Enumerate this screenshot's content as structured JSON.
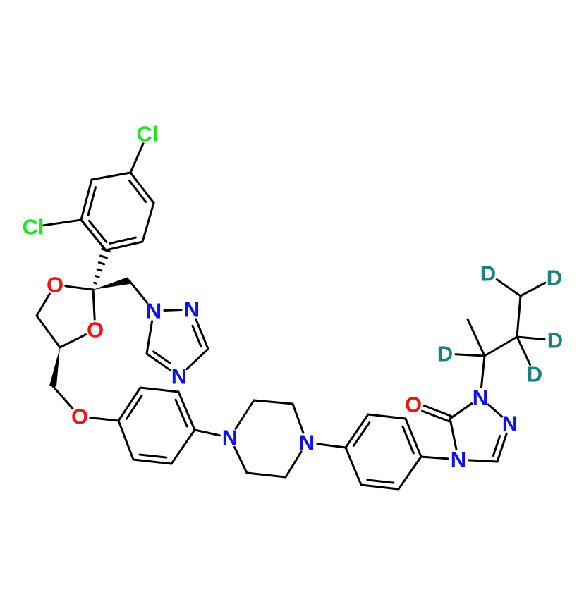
{
  "molecule": {
    "atoms": {
      "cl_top": "Cl",
      "cl_left": "Cl",
      "o_dioxolane_1": "O",
      "o_dioxolane_2": "O",
      "n_triazole_1": "N",
      "n_triazole_2": "N",
      "n_triazole_4": "N",
      "o_ether": "O",
      "n_piperazine_1": "N",
      "n_piperazine_4": "N",
      "o_carbonyl": "O",
      "n_triazolone_1": "N",
      "n_triazolone_2": "N",
      "n_triazolone_4": "N",
      "d_1": "D",
      "d_2": "D",
      "d_3": "D",
      "d_4": "D",
      "d_5": "D"
    },
    "colors": {
      "Cl": "#1ee61e",
      "O": "#ff0d0d",
      "N": "#1010ee",
      "D": "#1a8080",
      "bond": "#000000"
    }
  }
}
